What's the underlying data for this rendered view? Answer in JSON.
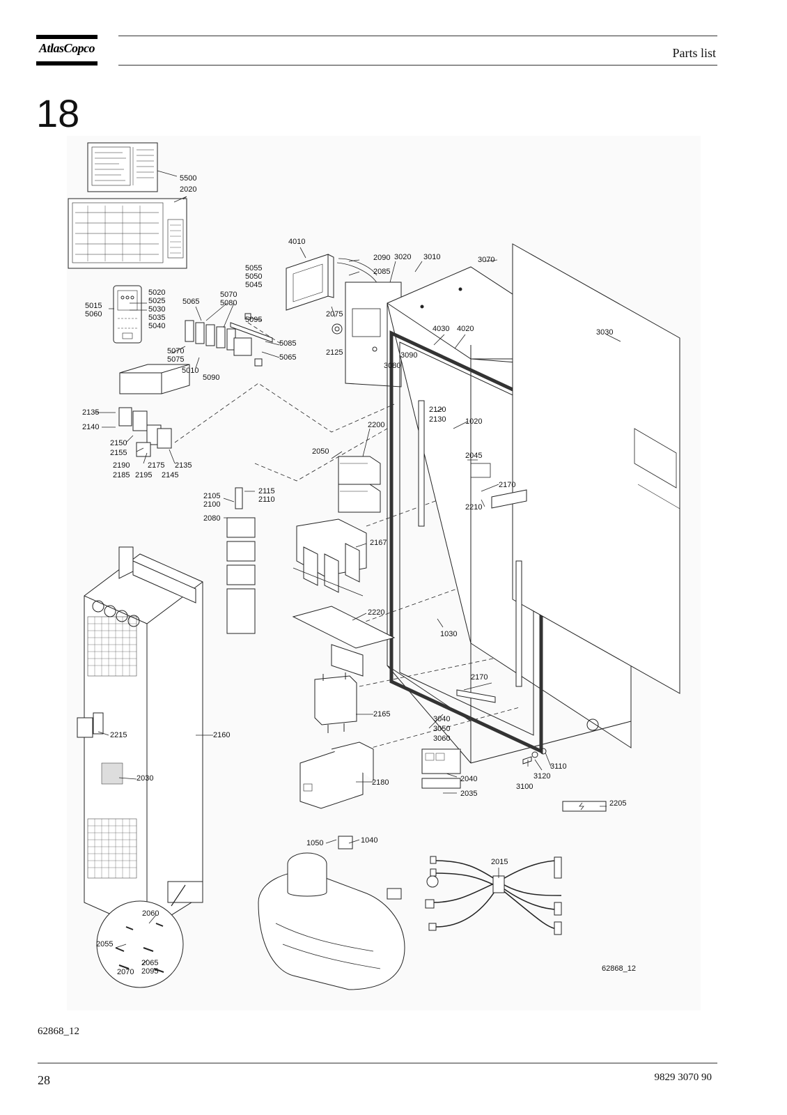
{
  "header": {
    "brand": "AtlasCopco",
    "title": "Parts list"
  },
  "section_number": "18",
  "figure": {
    "image_id": "62868_12",
    "labels": {
      "l5500": "5500",
      "l2020": "2020",
      "l4010": "4010",
      "l2090": "2090",
      "l2085": "2085",
      "l3020": "3020",
      "l3010": "3010",
      "l3070": "3070",
      "l5055": "5055",
      "l5050": "5050",
      "l5045": "5045",
      "l5020": "5020",
      "l5025": "5025",
      "l5030": "5030",
      "l5035": "5035",
      "l5040": "5040",
      "l5015": "5015",
      "l5060": "5060",
      "l5065a": "5065",
      "l5070a": "5070",
      "l5080": "5080",
      "l5095": "5095",
      "l5085": "5085",
      "l5065b": "5065",
      "l5070b": "5070",
      "l5075": "5075",
      "l5010": "5010",
      "l5090": "5090",
      "l2075": "2075",
      "l2125": "2125",
      "l4030": "4030",
      "l4020": "4020",
      "l3030": "3030",
      "l3090": "3090",
      "l3080": "3080",
      "l2135a": "2135",
      "l2140": "2140",
      "l2150": "2150",
      "l2155": "2155",
      "l2190": "2190",
      "l2185": "2185",
      "l2175": "2175",
      "l2195": "2195",
      "l2135b": "2135",
      "l2145": "2145",
      "l2120": "2120",
      "l2130": "2130",
      "l1020": "1020",
      "l2200": "2200",
      "l2050": "2050",
      "l2045": "2045",
      "l2170a": "2170",
      "l2210": "2210",
      "l2105": "2105",
      "l2100": "2100",
      "l2115": "2115",
      "l2110": "2110",
      "l2080": "2080",
      "l2167": "2167",
      "l2220": "2220",
      "l1030": "1030",
      "l2170b": "2170",
      "l2165": "2165",
      "l3040": "3040",
      "l3050": "3050",
      "l3060": "3060",
      "l2215": "2215",
      "l2160": "2160",
      "l2030": "2030",
      "l2180": "2180",
      "l2040": "2040",
      "l2035": "2035",
      "l3100": "3100",
      "l3120": "3120",
      "l3110": "3110",
      "l2205": "2205",
      "l1050": "1050",
      "l1040": "1040",
      "l2015": "2015",
      "l2060": "2060",
      "l2055": "2055",
      "l2065": "2065",
      "l2070": "2070",
      "l2095": "2095"
    }
  },
  "figure_caption": "62868_12",
  "footer": {
    "page_number": "28",
    "doc_number": "9829 3070 90"
  }
}
